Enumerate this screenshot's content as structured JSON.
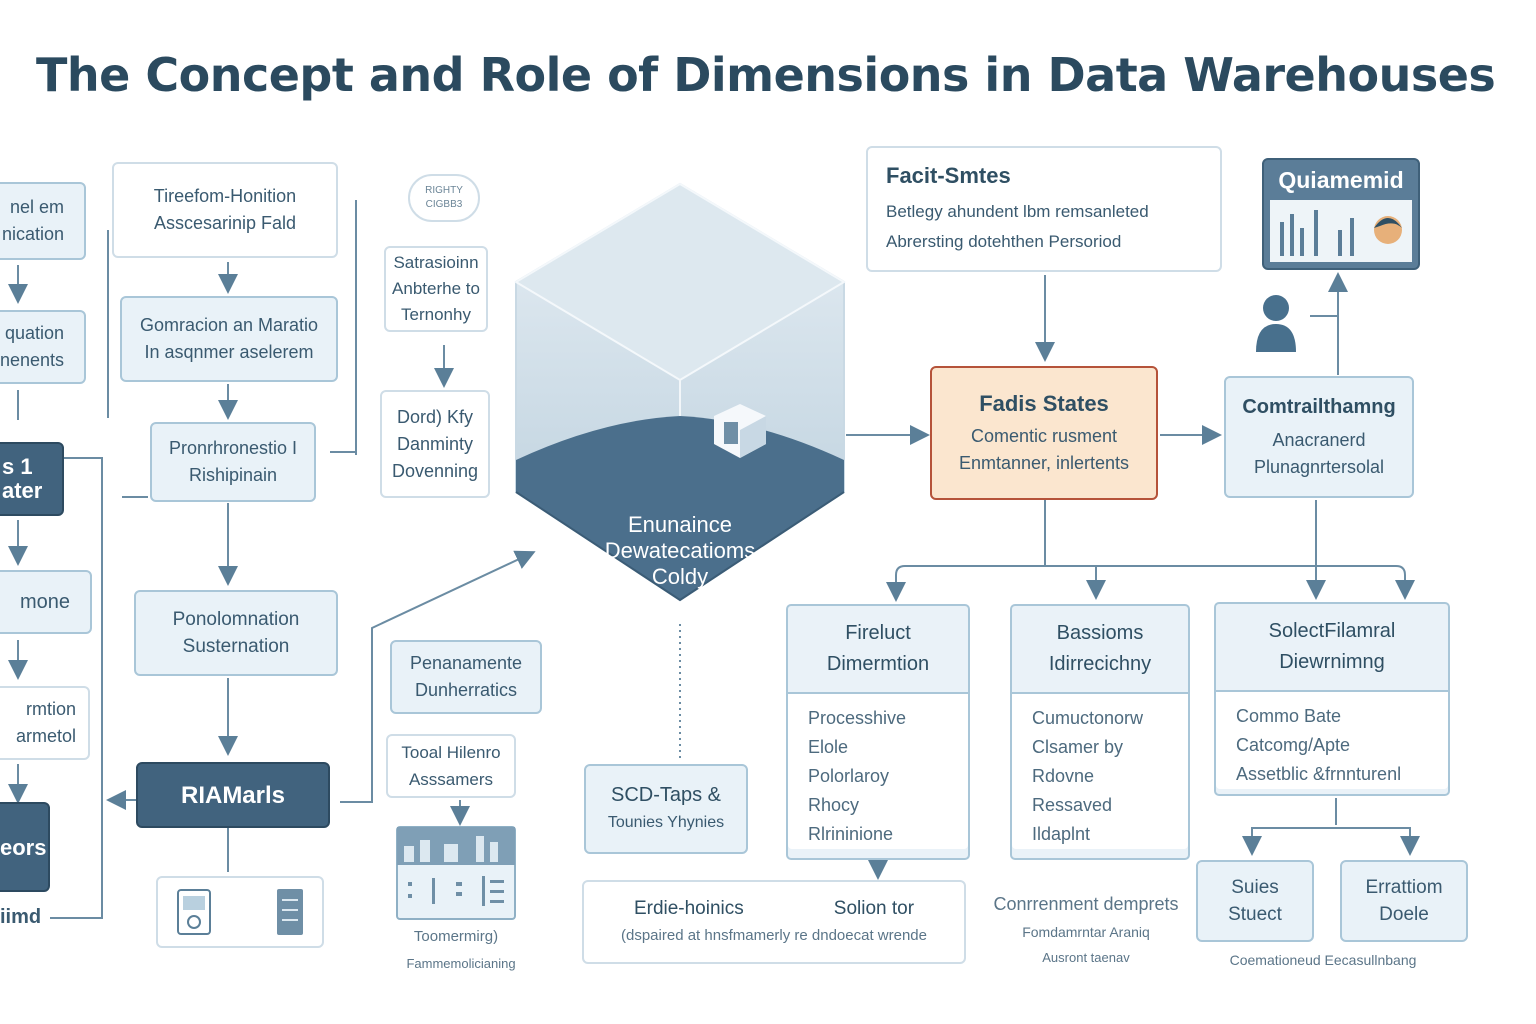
{
  "title": "The Concept and Role of Dimensions in Data Warehouses",
  "colors": {
    "box_fill": "#e9f2f8",
    "box_border": "#a9c6d8",
    "dark_fill": "#41637e",
    "highlight_fill": "#fbe6cf",
    "highlight_border": "#b5533a",
    "connector": "#5b7f98",
    "title": "#2b4a5f"
  },
  "left_column": {
    "box1": [
      "nel em",
      "nication"
    ],
    "box2": [
      "quation",
      "nenents"
    ],
    "box3": [
      "s 1",
      "ater"
    ],
    "box4": "mone",
    "box5": [
      "rmtion",
      "armetol"
    ],
    "box6": "eors",
    "label_bottom": "iimd"
  },
  "column2": {
    "box1": [
      "Tireefom-Honition",
      "Asscesarinip Fald"
    ],
    "box2": [
      "Gomracion an Maratio",
      "In asqnmer aselerem"
    ],
    "box3": [
      "Pronrhronestio I",
      "Rishipinain"
    ],
    "box4": [
      "Ponolomnation",
      "Susternation"
    ],
    "box5": "RIAMarls"
  },
  "column3": {
    "badge": [
      "RIGHTY",
      "CIGBB3"
    ],
    "box1": [
      "Satrasioinn",
      "Anbterhe to",
      "Ternonhy"
    ],
    "box2": [
      "Dord) Kfy",
      "Danminty",
      "Dovenning"
    ],
    "box3": [
      "Penanamente",
      "Dunherratics"
    ],
    "box4": [
      "Tooal Hilenro",
      "Asssamers"
    ],
    "caption": [
      "Toomermirg)",
      "Fammemolicianing"
    ]
  },
  "cube": {
    "label": [
      "Enunaince",
      "Dewatecatioms",
      "Coldy"
    ]
  },
  "facts_top": {
    "title": "Facit-Smtes",
    "lines": [
      "Betlegy ahundent lbm remsanleted",
      "Abrersting dotehthen Persoriod"
    ]
  },
  "chart_panel": {
    "title": "Quiamemid"
  },
  "fact_states": {
    "title": "Fadis States",
    "lines": [
      "Comentic rusment",
      "Enmtanner, inlertents"
    ]
  },
  "right_box": {
    "title": "Comtrailthamng",
    "lines": [
      "Anacranerd",
      "Plunagnrtersolal"
    ]
  },
  "dim_cards": [
    {
      "title": [
        "Fireluct",
        "Dimermtion"
      ],
      "items": [
        "Processhive",
        "Elole",
        "Polorlaroy",
        "Rhocy",
        "Rlrininione"
      ]
    },
    {
      "title": [
        "Bassioms",
        "Idirrecichny"
      ],
      "items": [
        "Cumuctonorw",
        "Clsamer by",
        "Rdovne",
        "Ressaved",
        "Ildaplnt"
      ]
    },
    {
      "title": [
        "SolectFilamral",
        "Diewrnimng"
      ],
      "items": [
        "Commo Bate",
        "Catcomg/Apte",
        "Assetblic &frnnturenl"
      ]
    }
  ],
  "scd_box": [
    "SCD-Taps &",
    "Tounies Yhynies"
  ],
  "bottom_wide": {
    "left": "Erdie-hoinics",
    "right": "Solion tor",
    "subtitle": "(dspaired at hnsfmamerly re dndoecat wrende"
  },
  "bottom_text": [
    "Conrrenment demprets",
    "Fomdamrntar Araniq",
    "Ausront taenav"
  ],
  "sub_boxes": [
    [
      "Suies",
      "Stuect"
    ],
    [
      "Errattiom",
      "Doele"
    ]
  ],
  "bottom_right_caption": "Coemationeud Eecasullnbang"
}
